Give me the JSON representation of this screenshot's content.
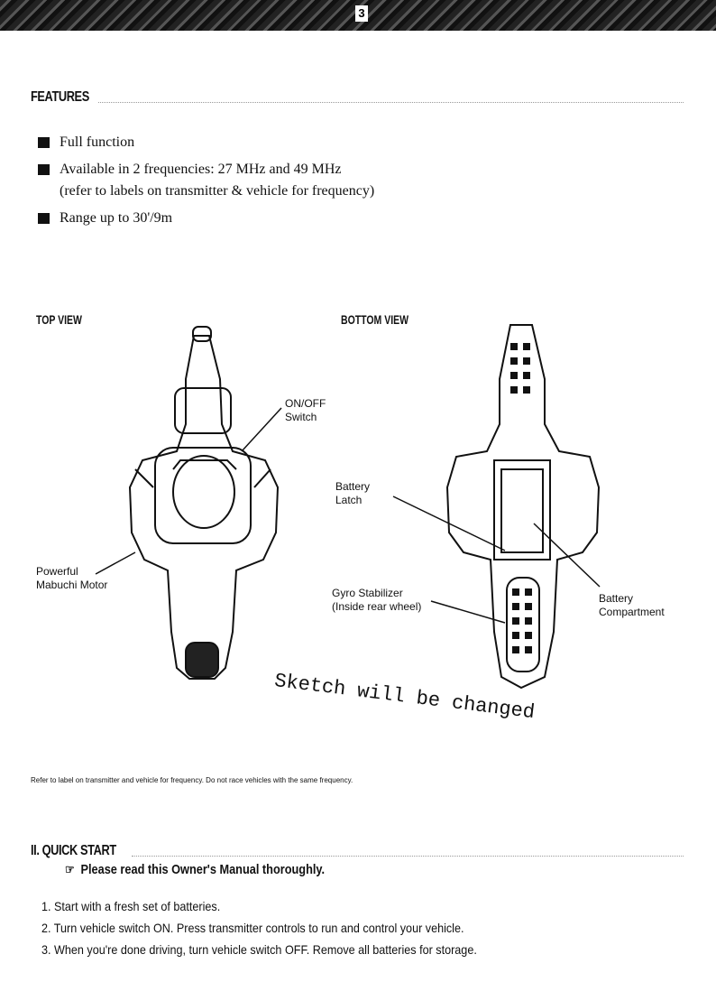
{
  "page_number": "3",
  "features": {
    "heading": "FEATURES",
    "items": [
      "Full function",
      "Available in 2 frequencies: 27 MHz and 49 MHz\n(refer to labels on transmitter & vehicle for frequency)",
      "Range up to 30'/9m"
    ]
  },
  "views": {
    "top_label": "TOP VIEW",
    "bottom_label": "BOTTOM VIEW",
    "callouts": {
      "on_off": "ON/OFF\nSwitch",
      "motor": "Powerful\nMabuchi Motor",
      "latch": "Battery\nLatch",
      "gyro": "Gyro Stabilizer\n(Inside rear wheel)",
      "compartment": "Battery\nCompartment"
    }
  },
  "sketch_note": "Sketch will be changed",
  "footnote": "Refer to label on transmitter and vehicle for frequency. Do not race vehicles with the same frequency.",
  "quick_start": {
    "heading": "II. QUICK START",
    "note": "Please read this Owner's Manual thoroughly.",
    "steps": [
      "1. Start with a fresh set of batteries.",
      "2. Turn vehicle switch ON. Press transmitter controls to run and control your vehicle.",
      "3. When you're done driving, turn vehicle switch OFF. Remove all batteries for storage."
    ]
  }
}
